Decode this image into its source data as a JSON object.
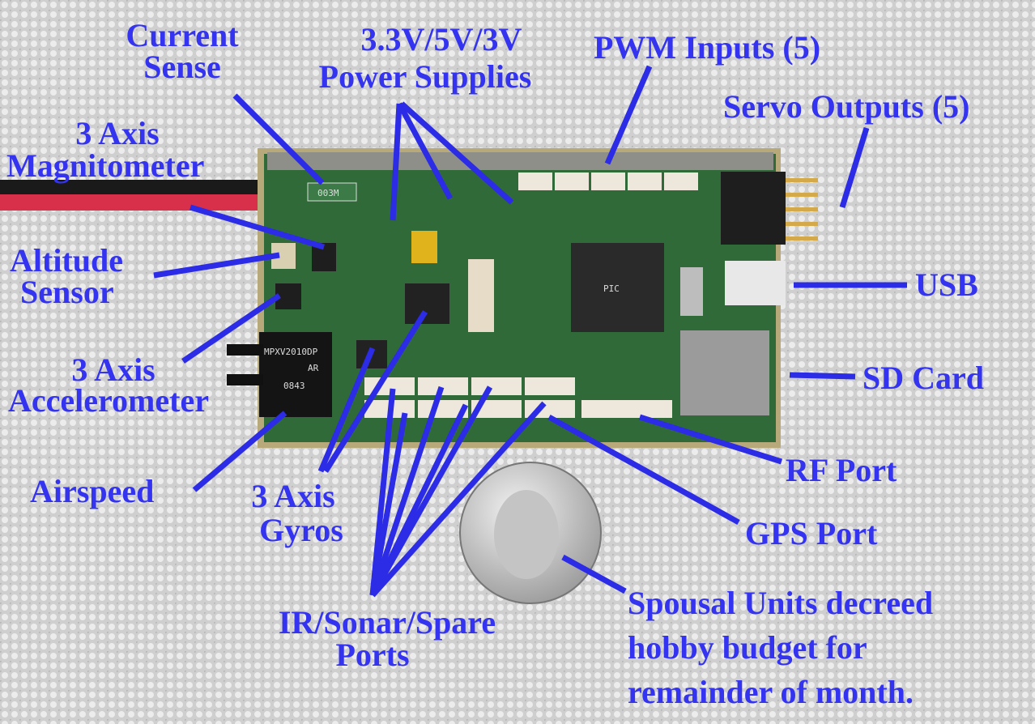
{
  "labels": {
    "current_sense": [
      "Current",
      "Sense"
    ],
    "power_supplies": [
      "3.3V/5V/3V",
      "Power Supplies"
    ],
    "pwm_inputs": "PWM Inputs (5)",
    "servo_outputs": "Servo Outputs (5)",
    "magnetometer": [
      "3 Axis",
      "Magnitometer"
    ],
    "altitude": [
      "Altitude",
      "Sensor"
    ],
    "accelerometer": [
      "3 Axis",
      "Accelerometer"
    ],
    "usb": "USB",
    "sd_card": "SD Card",
    "airspeed": "Airspeed",
    "gyros": [
      "3 Axis",
      "Gyros"
    ],
    "rf_port": "RF Port",
    "gps_port": "GPS Port",
    "ir_ports": [
      "IR/Sonar/Spare",
      "Ports"
    ],
    "spousal": [
      "Spousal Units decreed",
      "hobby budget for",
      "remainder of month."
    ]
  },
  "chips": {
    "pressure_sensor": [
      "MPXV2010DP",
      "AR",
      "0843"
    ],
    "shunt": "003M",
    "mcu": "PIC"
  },
  "colors": {
    "annotation": "#3434f0",
    "board": "#2f6a38",
    "background": "#d9d9d9"
  }
}
